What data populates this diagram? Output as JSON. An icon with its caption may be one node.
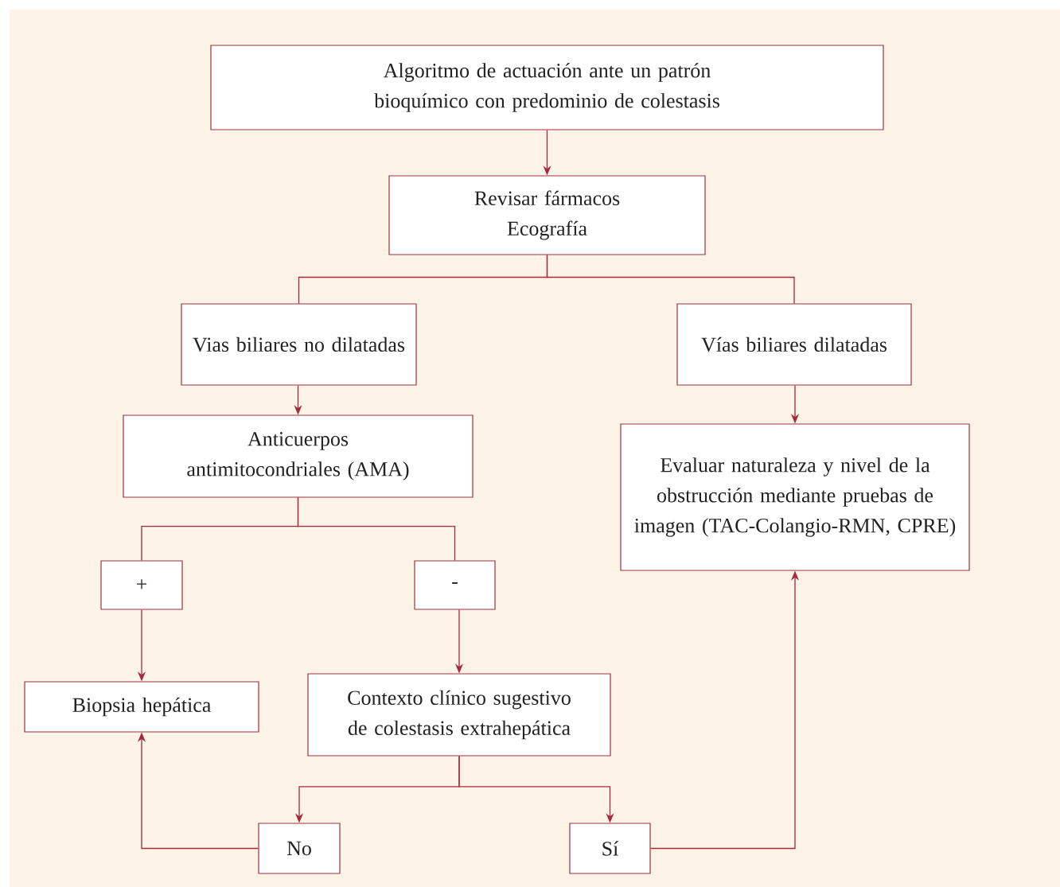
{
  "diagram": {
    "nodes": [
      {
        "text": [
          "Algoritmo de actuación ante un patrón bioquímico con predominio de colestasis"
        ]
      },
      {
        "text": [
          "Revisar fármacos",
          "Ecografía"
        ]
      },
      {
        "text": [
          "Vias biliares no dilatadas"
        ]
      },
      {
        "text": [
          "Vías biliares dilatadas"
        ]
      },
      {
        "text": [
          "Anticuerpos antimitocondriales (AMA)"
        ]
      },
      {
        "text": [
          "Evaluar naturaleza y nivel de la obstrucción mediante pruebas de imagen (TAC-Colangio-RMN, CPRE)"
        ]
      },
      {
        "text": [
          "+"
        ]
      },
      {
        "text": [
          "-"
        ]
      },
      {
        "text": [
          "Biopsia hepática"
        ]
      },
      {
        "text": [
          "Contexto clínico sugestivo de colestasis extrahepática"
        ]
      },
      {
        "text": [
          "No"
        ]
      },
      {
        "text": [
          "Sí"
        ]
      }
    ],
    "edges": [
      {
        "from": 0,
        "to": 1,
        "arrow": "to"
      },
      {
        "from": 1,
        "to": 2,
        "arrow": "none"
      },
      {
        "from": 1,
        "to": 3,
        "arrow": "none"
      },
      {
        "from": 2,
        "to": 4,
        "arrow": "to"
      },
      {
        "from": 3,
        "to": 5,
        "arrow": "to"
      },
      {
        "from": 4,
        "to": 6,
        "arrow": "none"
      },
      {
        "from": 4,
        "to": 7,
        "arrow": "none"
      },
      {
        "from": 6,
        "to": 8,
        "arrow": "to"
      },
      {
        "from": 7,
        "to": 9,
        "arrow": "to"
      },
      {
        "from": 9,
        "to": 10,
        "arrow": "to"
      },
      {
        "from": 9,
        "to": 11,
        "arrow": "to"
      },
      {
        "from": 10,
        "to": 8,
        "arrow": "to"
      },
      {
        "from": 11,
        "to": 5,
        "arrow": "to"
      }
    ]
  }
}
